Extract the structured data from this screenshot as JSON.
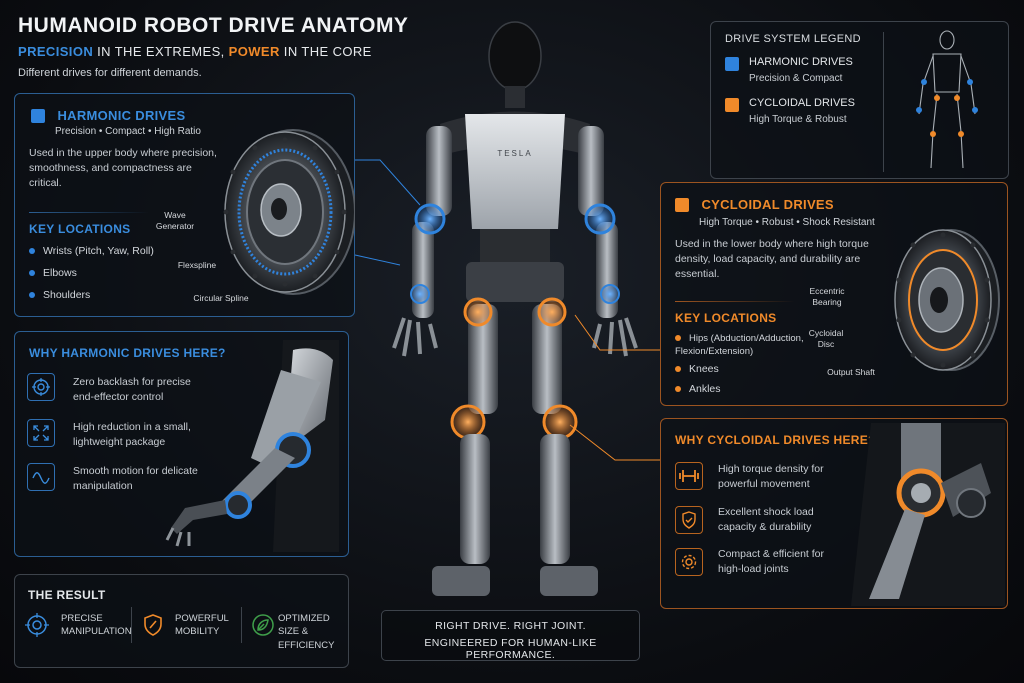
{
  "header": {
    "title": "HUMANOID ROBOT DRIVE ANATOMY",
    "subtitle_part1": "PRECISION",
    "subtitle_part2": " IN THE EXTREMES, ",
    "subtitle_part3": "POWER",
    "subtitle_part4": " IN THE CORE",
    "tagline": "Different drives for different demands."
  },
  "colors": {
    "harmonic": "#2f83dd",
    "cycloidal": "#f08a2a",
    "background": "#0b0d11"
  },
  "harmonic": {
    "title": "HARMONIC DRIVES",
    "features": "Precision • Compact • High Ratio",
    "description": "Used in the upper body where precision, smoothness, and compactness are critical.",
    "key_locations_title": "KEY LOCATIONS",
    "locations": [
      "Wrists (Pitch, Yaw, Roll)",
      "Elbows",
      "Shoulders"
    ],
    "parts": [
      "Wave Generator",
      "Flexspline",
      "Circular Spline"
    ]
  },
  "why_harmonic": {
    "title": "WHY HARMONIC DRIVES HERE?",
    "items": [
      {
        "icon": "target-icon",
        "text": "Zero backlash for precise end-effector control"
      },
      {
        "icon": "expand-arrows-icon",
        "text": "High reduction in a small, lightweight package"
      },
      {
        "icon": "wave-icon",
        "text": "Smooth motion for delicate manipulation"
      }
    ]
  },
  "result": {
    "title": "THE RESULT",
    "items": [
      {
        "icon": "target-icon",
        "text": "PRECISE MANIPULATION"
      },
      {
        "icon": "shield-icon",
        "text": "POWERFUL MOBILITY"
      },
      {
        "icon": "leaf-icon",
        "text": "OPTIMIZED SIZE & EFFICIENCY"
      }
    ]
  },
  "legend": {
    "title": "DRIVE SYSTEM LEGEND",
    "items": [
      {
        "label": "HARMONIC DRIVES",
        "sub": "Precision & Compact"
      },
      {
        "label": "CYCLOIDAL DRIVES",
        "sub": "High Torque & Robust"
      }
    ]
  },
  "robot": {
    "chest_label": "TESLA"
  },
  "cycloidal": {
    "title": "CYCLOIDAL DRIVES",
    "features": "High Torque • Robust • Shock Resistant",
    "description": "Used in the lower body where high torque density, load capacity, and durability are essential.",
    "key_locations_title": "KEY LOCATIONS",
    "locations": [
      "Hips (Abduction/Adduction, Flexion/Extension)",
      "Knees",
      "Ankles"
    ],
    "parts": [
      "Eccentric Bearing",
      "Cycloidal Disc",
      "Output Shaft"
    ]
  },
  "why_cycloidal": {
    "title": "WHY CYCLOIDAL DRIVES HERE?",
    "items": [
      {
        "icon": "dumbbell-icon",
        "text": "High torque density for powerful movement"
      },
      {
        "icon": "shield-check-icon",
        "text": "Excellent shock load capacity & durability"
      },
      {
        "icon": "gear-icon",
        "text": "Compact & efficient for high-load joints"
      }
    ]
  },
  "footer": {
    "line1": "RIGHT DRIVE. RIGHT JOINT.",
    "line2": "ENGINEERED FOR HUMAN-LIKE PERFORMANCE."
  }
}
